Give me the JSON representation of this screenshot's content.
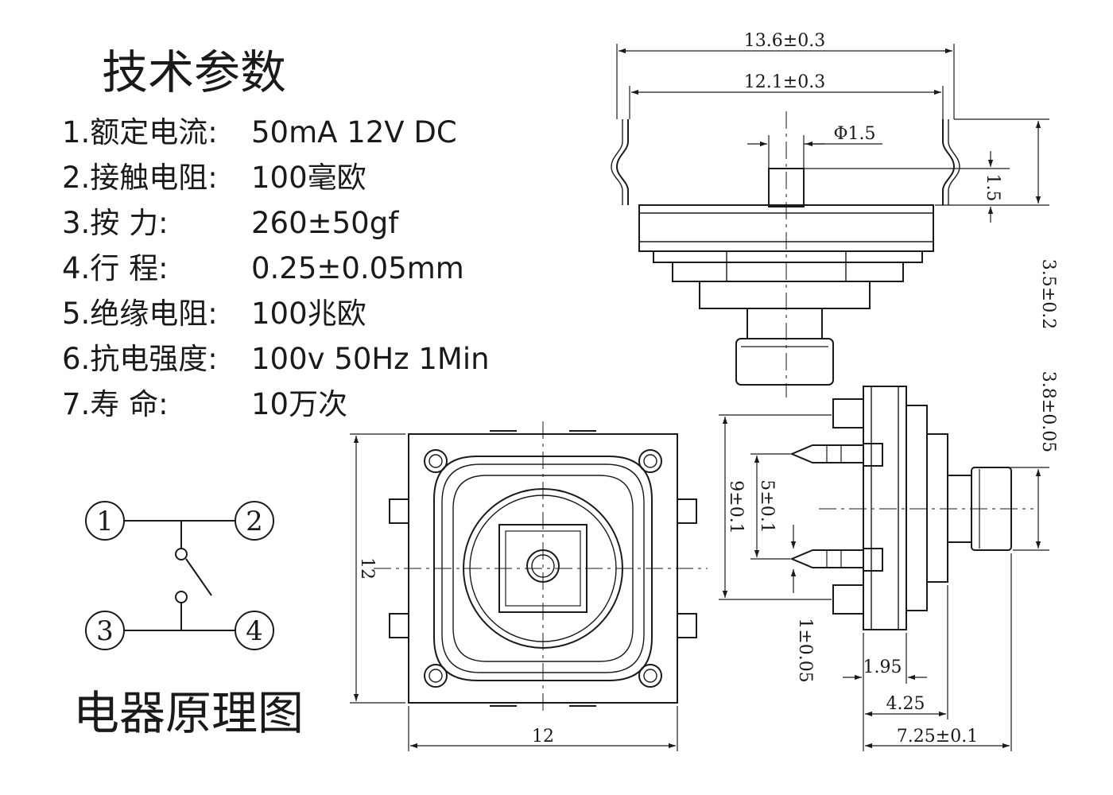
{
  "title": "技术参数",
  "specs": [
    {
      "key": "1.额定电流:",
      "value": "50mA 12V DC"
    },
    {
      "key": "2.接触电阻:",
      "value": "100毫欧"
    },
    {
      "key": "3.按    力:",
      "value": "260±50gf"
    },
    {
      "key": "4.行    程:",
      "value": "0.25±0.05mm"
    },
    {
      "key": "5.绝缘电阻:",
      "value": "100兆欧"
    },
    {
      "key": "6.抗电强度:",
      "value": "100v 50Hz 1Min"
    },
    {
      "key": "7.寿    命:",
      "value": "10万次"
    }
  ],
  "schematic": {
    "caption": "电器原理图",
    "pins": [
      "1",
      "2",
      "3",
      "4"
    ]
  },
  "dimensions": {
    "top_width_outer": "13.6±0.3",
    "top_width_inner": "12.1±0.3",
    "stem_diameter": "Φ1.5",
    "stem_height": "1.5",
    "total_height": "3.5±0.2",
    "side_cap_height": "3.8±0.05",
    "pin_pitch_outer": "9±0.1",
    "pin_pitch_inner": "5±0.1",
    "pin_thickness": "1±0.05",
    "side_body_thickness": "1.95",
    "side_depth": "4.25",
    "side_total": "7.25±0.1",
    "bottom_width": "12",
    "bottom_height": "12"
  },
  "colors": {
    "ink": "#1a1a1a",
    "paper": "#ffffff"
  }
}
